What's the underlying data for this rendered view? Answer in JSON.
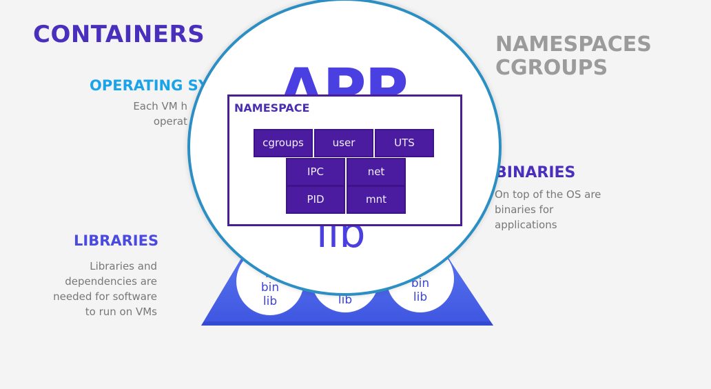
{
  "title": "CONTAINERS",
  "concepts": {
    "line1": "NAMESPACES",
    "line2": "CGROUPS"
  },
  "operating_system": {
    "heading": "OPERATING SY",
    "text": "Each VM h\noperat"
  },
  "binaries": {
    "heading": "BINARIES",
    "text": "On top of the OS are\nbinaries for\napplications"
  },
  "libraries": {
    "heading": "LIBRARIES",
    "text": "Libraries and\ndependencies are\nneeded for software\nto run on VMs"
  },
  "magnified": {
    "app_text": "APP",
    "lib_text": "lib"
  },
  "bubbles": [
    {
      "text": "A\nbin\nlib"
    },
    {
      "text": "lib"
    },
    {
      "text": "bin\nlib"
    }
  ],
  "namespace": {
    "label": "NAMESPACE",
    "cells": [
      "cgroups",
      "user",
      "UTS",
      "IPC",
      "net",
      "PID",
      "mnt"
    ]
  },
  "colors": {
    "accent_purple": "#4a2fbd",
    "accent_blue": "#1aa3e8",
    "namespace_fill": "#4b1ba0",
    "triangle_fill": "#4a64e8"
  }
}
